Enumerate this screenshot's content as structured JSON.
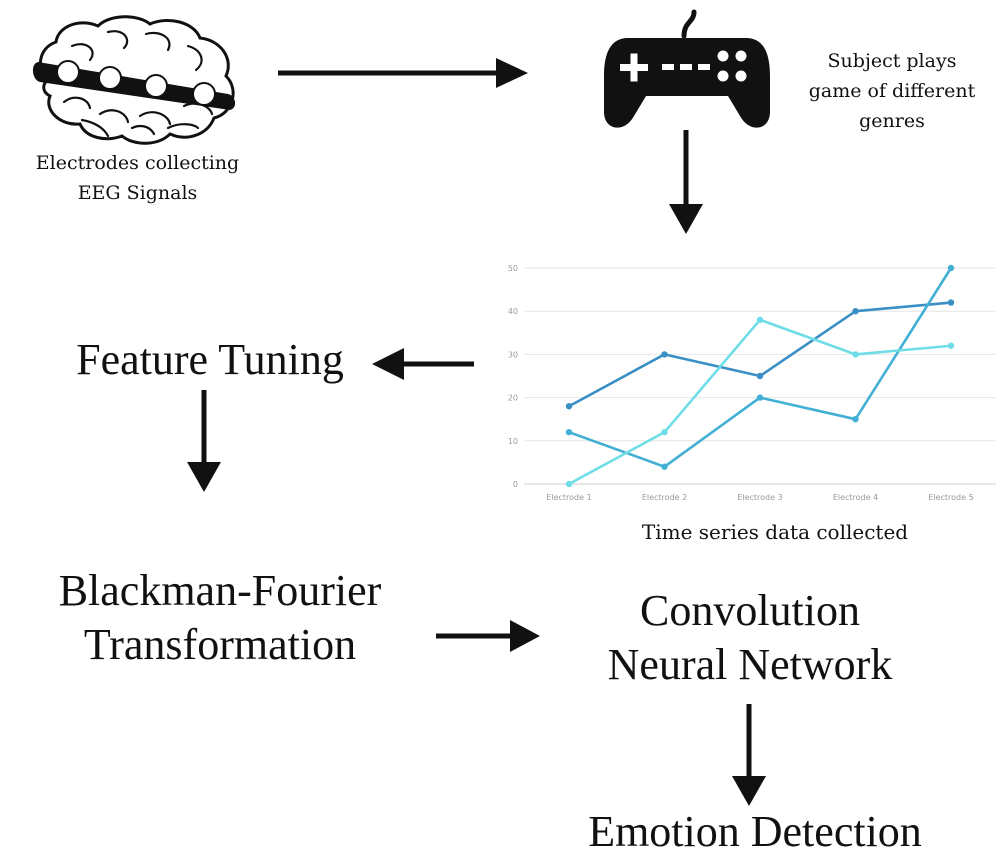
{
  "labels": {
    "electrodes_line1": "Electrodes collecting",
    "electrodes_line2": "EEG Signals",
    "subject_line1": "Subject plays",
    "subject_line2": "game of different",
    "subject_line3": "genres",
    "feature_tuning": "Feature Tuning",
    "blackman_line1": "Blackman-Fourier",
    "blackman_line2": "Transformation",
    "cnn_line1": "Convolution",
    "cnn_line2": "Neural Network",
    "emotion_detection": "Emotion Detection",
    "time_series": "Time series data collected"
  },
  "icons": {
    "brain": "brain-icon",
    "gamepad": "gamepad-icon"
  },
  "chart_data": {
    "type": "line",
    "categories": [
      "Electrode 1",
      "Electrode 2",
      "Electrode 3",
      "Electrode 4",
      "Electrode 5"
    ],
    "yticks": [
      "0",
      "10",
      "20",
      "30",
      "40",
      "50"
    ],
    "ylim": [
      0,
      50
    ],
    "grid": true,
    "series": [
      {
        "values": [
          18,
          30,
          25,
          40,
          42
        ],
        "color": "#3a8fc4"
      },
      {
        "values": [
          12,
          4,
          20,
          15,
          50
        ],
        "color": "#42b0d5"
      },
      {
        "values": [
          0,
          12,
          38,
          30,
          32
        ],
        "color": "#6fdde8"
      }
    ]
  }
}
